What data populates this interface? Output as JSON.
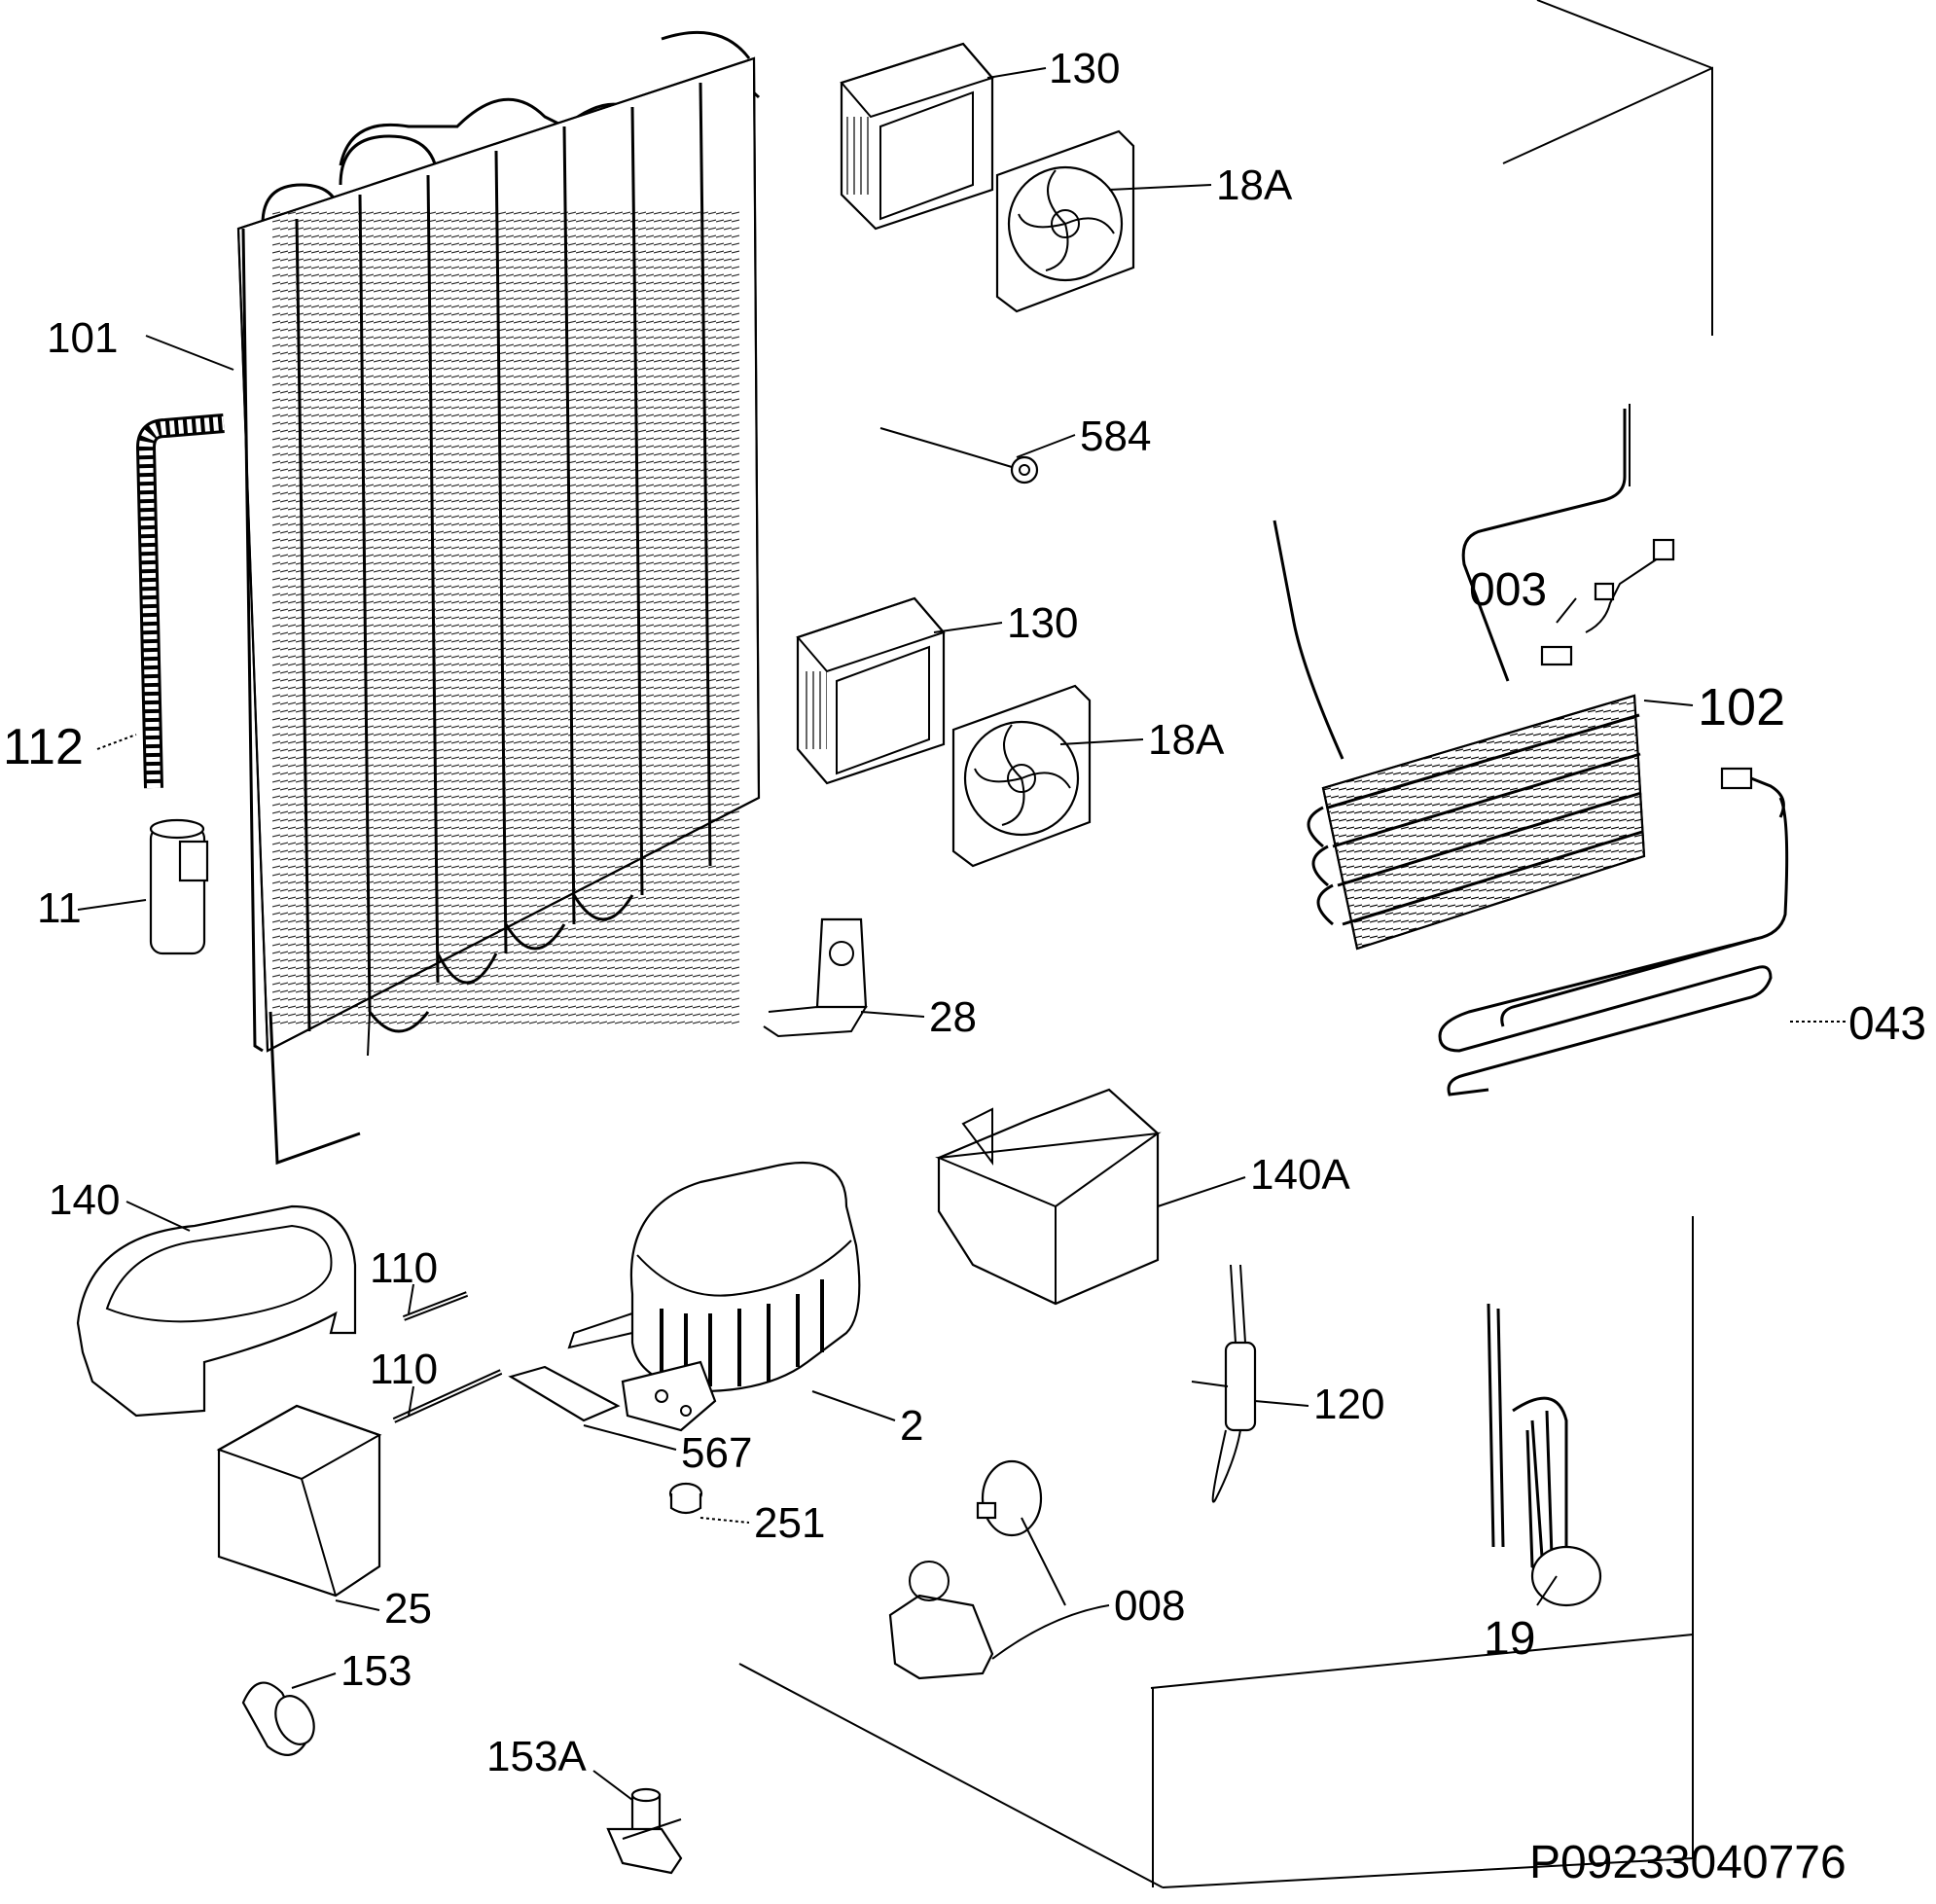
{
  "diagram": {
    "code": "P09233040776",
    "callouts": [
      {
        "id": "c-130a",
        "text": "130"
      },
      {
        "id": "c-18a-a",
        "text": "18A"
      },
      {
        "id": "c-101",
        "text": "101"
      },
      {
        "id": "c-584",
        "text": "584"
      },
      {
        "id": "c-003",
        "text": "003"
      },
      {
        "id": "c-130b",
        "text": "130"
      },
      {
        "id": "c-102",
        "text": "102"
      },
      {
        "id": "c-112",
        "text": "112"
      },
      {
        "id": "c-18a-b",
        "text": "18A"
      },
      {
        "id": "c-11",
        "text": "11"
      },
      {
        "id": "c-28",
        "text": "28"
      },
      {
        "id": "c-043",
        "text": "043"
      },
      {
        "id": "c-140",
        "text": "140"
      },
      {
        "id": "c-140a",
        "text": "140A"
      },
      {
        "id": "c-110a",
        "text": "110"
      },
      {
        "id": "c-110b",
        "text": "110"
      },
      {
        "id": "c-120",
        "text": "120"
      },
      {
        "id": "c-2",
        "text": "2"
      },
      {
        "id": "c-567",
        "text": "567"
      },
      {
        "id": "c-251",
        "text": "251"
      },
      {
        "id": "c-25",
        "text": "25"
      },
      {
        "id": "c-008",
        "text": "008"
      },
      {
        "id": "c-19",
        "text": "19"
      },
      {
        "id": "c-153",
        "text": "153"
      },
      {
        "id": "c-153a",
        "text": "153A"
      }
    ]
  }
}
